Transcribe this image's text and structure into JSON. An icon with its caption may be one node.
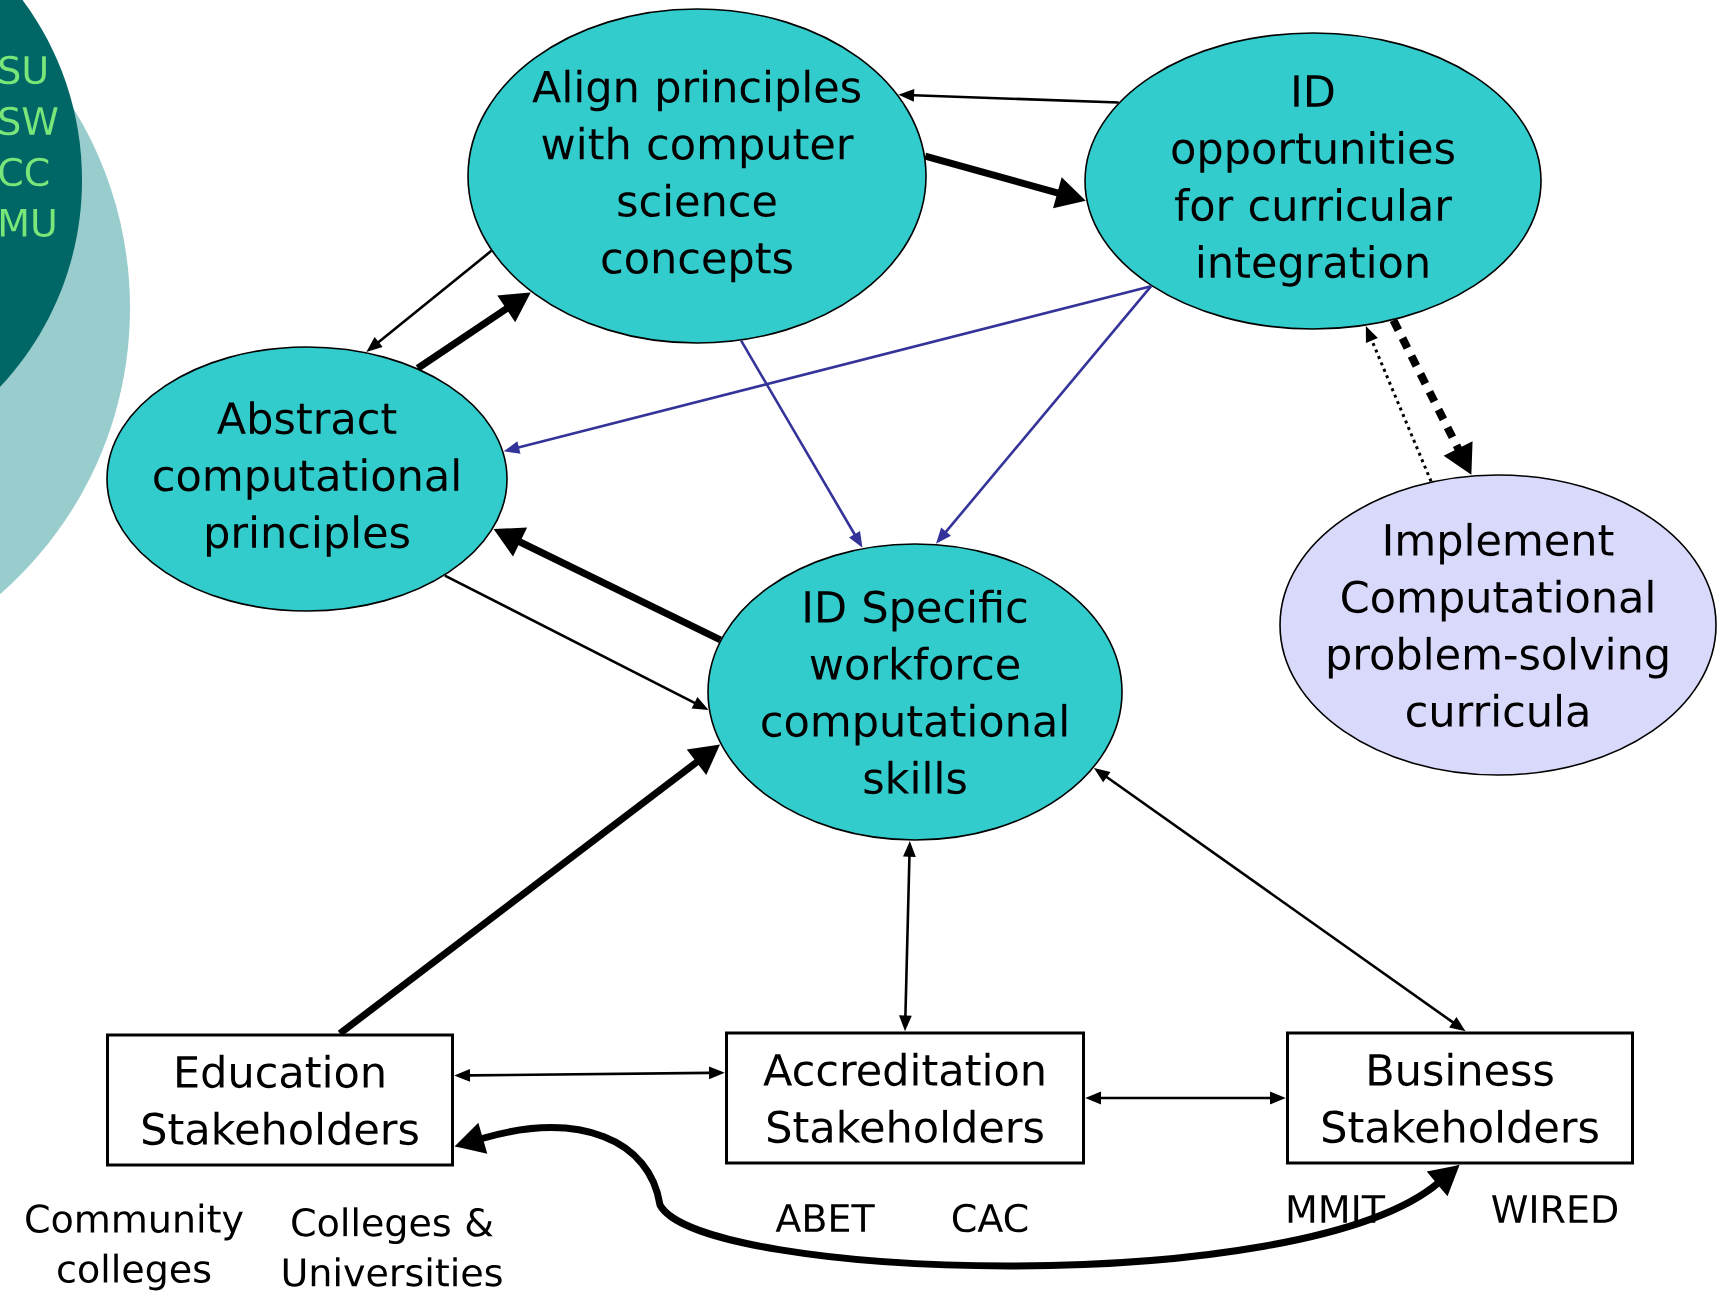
{
  "diagram": {
    "nodes": [
      {
        "text": [
          "Align principles with computer science concepts"
        ]
      },
      {
        "text": [
          "ID opportunities for curricular integration"
        ]
      },
      {
        "text": [
          "Abstract computational principles"
        ]
      },
      {
        "text": [
          "ID Specific workforce computational skills"
        ]
      },
      {
        "text": [
          "Implement Computational problem-solving curricula"
        ]
      },
      {
        "text": [
          "Education Stakeholders"
        ],
        "beside": [
          "Community colleges",
          "Colleges & Universities"
        ]
      },
      {
        "text": [
          "Accreditation Stakeholders"
        ],
        "beside": [
          "ABET",
          "CAC"
        ]
      },
      {
        "text": [
          "Business Stakeholders"
        ],
        "beside": [
          "MMIT",
          "WIRED"
        ]
      }
    ],
    "edges": [
      {
        "from": 1,
        "to": 0,
        "arrow": "to"
      },
      {
        "from": 0,
        "to": 1,
        "arrow": "to",
        "style": "thick"
      },
      {
        "from": 0,
        "to": 2,
        "arrow": "to"
      },
      {
        "from": 2,
        "to": 0,
        "arrow": "to",
        "style": "thick"
      },
      {
        "from": 1,
        "to": 2,
        "arrow": "to",
        "color": "#333399"
      },
      {
        "from": 1,
        "to": 3,
        "arrow": "to",
        "color": "#333399"
      },
      {
        "from": 0,
        "to": 3,
        "arrow": "to",
        "color": "#333399"
      },
      {
        "from": 3,
        "to": 2,
        "arrow": "to",
        "style": "thick"
      },
      {
        "from": 2,
        "to": 3,
        "arrow": "to"
      },
      {
        "from": 1,
        "to": 4,
        "arrow": "to",
        "style": "dashed"
      },
      {
        "from": 4,
        "to": 1,
        "arrow": "to",
        "style": "dashed"
      },
      {
        "from": 5,
        "to": 3,
        "arrow": "to",
        "style": "thick"
      },
      {
        "from": 3,
        "to": 6,
        "arrow": "both"
      },
      {
        "from": 3,
        "to": 7,
        "arrow": "both"
      },
      {
        "from": 5,
        "to": 6,
        "arrow": "both"
      },
      {
        "from": 6,
        "to": 7,
        "arrow": "both"
      },
      {
        "from": 7,
        "to": 5,
        "arrow": "both",
        "style": "thick"
      }
    ],
    "labels": [
      "SU",
      "SW",
      "CC",
      "MU"
    ]
  }
}
